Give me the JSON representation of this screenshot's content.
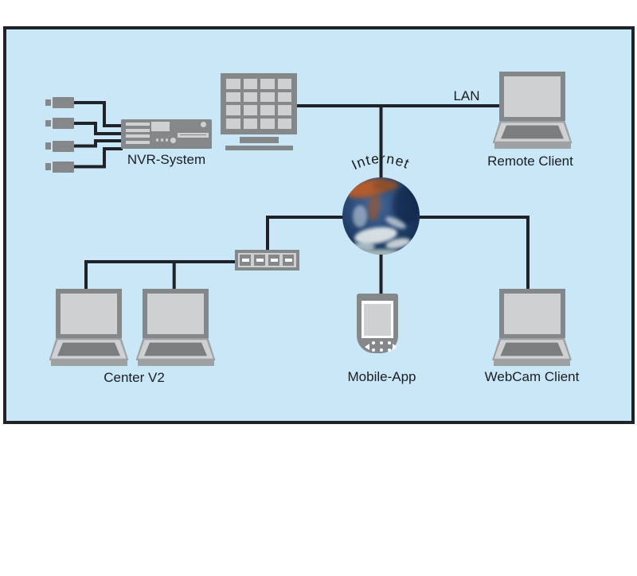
{
  "colors": {
    "canvas_background": "#ffffff",
    "diagram_background": "#c9e7f7",
    "border_and_lines": "#1f2327",
    "device_dark_gray": "#84888b",
    "device_light_gray": "#ced0d2",
    "device_mid_gray": "#9da1a4"
  },
  "labels": {
    "nvr": "NVR-System",
    "lan": "LAN",
    "remote_client": "Remote Client",
    "internet": "Internet",
    "center_v2": "Center V2",
    "mobile_app": "Mobile-App",
    "webcam_client": "WebCam Client"
  },
  "diagram": {
    "type": "network-topology",
    "nodes": [
      {
        "id": "cameras",
        "kind": "analog-camera",
        "count": 4
      },
      {
        "id": "nvr",
        "kind": "nvr-recorder",
        "label": "NVR-System"
      },
      {
        "id": "monitor-wall",
        "kind": "multi-view-monitor",
        "tiles": 16
      },
      {
        "id": "remote-client",
        "kind": "laptop",
        "label": "Remote Client"
      },
      {
        "id": "internet",
        "kind": "globe",
        "label": "Internet"
      },
      {
        "id": "switch",
        "kind": "ethernet-switch",
        "ports": 4
      },
      {
        "id": "center-v2",
        "kind": "laptop-pair",
        "label": "Center V2"
      },
      {
        "id": "mobile-app",
        "kind": "pda-handheld",
        "label": "Mobile-App"
      },
      {
        "id": "webcam-client",
        "kind": "laptop",
        "label": "WebCam Client"
      }
    ],
    "edges": [
      {
        "from": "camera-1",
        "to": "nvr"
      },
      {
        "from": "camera-2",
        "to": "nvr"
      },
      {
        "from": "camera-3",
        "to": "nvr"
      },
      {
        "from": "camera-4",
        "to": "nvr"
      },
      {
        "from": "monitor-wall",
        "to": "remote-client",
        "label": "LAN"
      },
      {
        "from": "lan-segment",
        "to": "internet"
      },
      {
        "from": "internet",
        "to": "switch"
      },
      {
        "from": "switch",
        "to": "center-v2-laptop-1"
      },
      {
        "from": "switch",
        "to": "center-v2-laptop-2"
      },
      {
        "from": "internet",
        "to": "mobile-app"
      },
      {
        "from": "internet",
        "to": "webcam-client"
      }
    ]
  }
}
